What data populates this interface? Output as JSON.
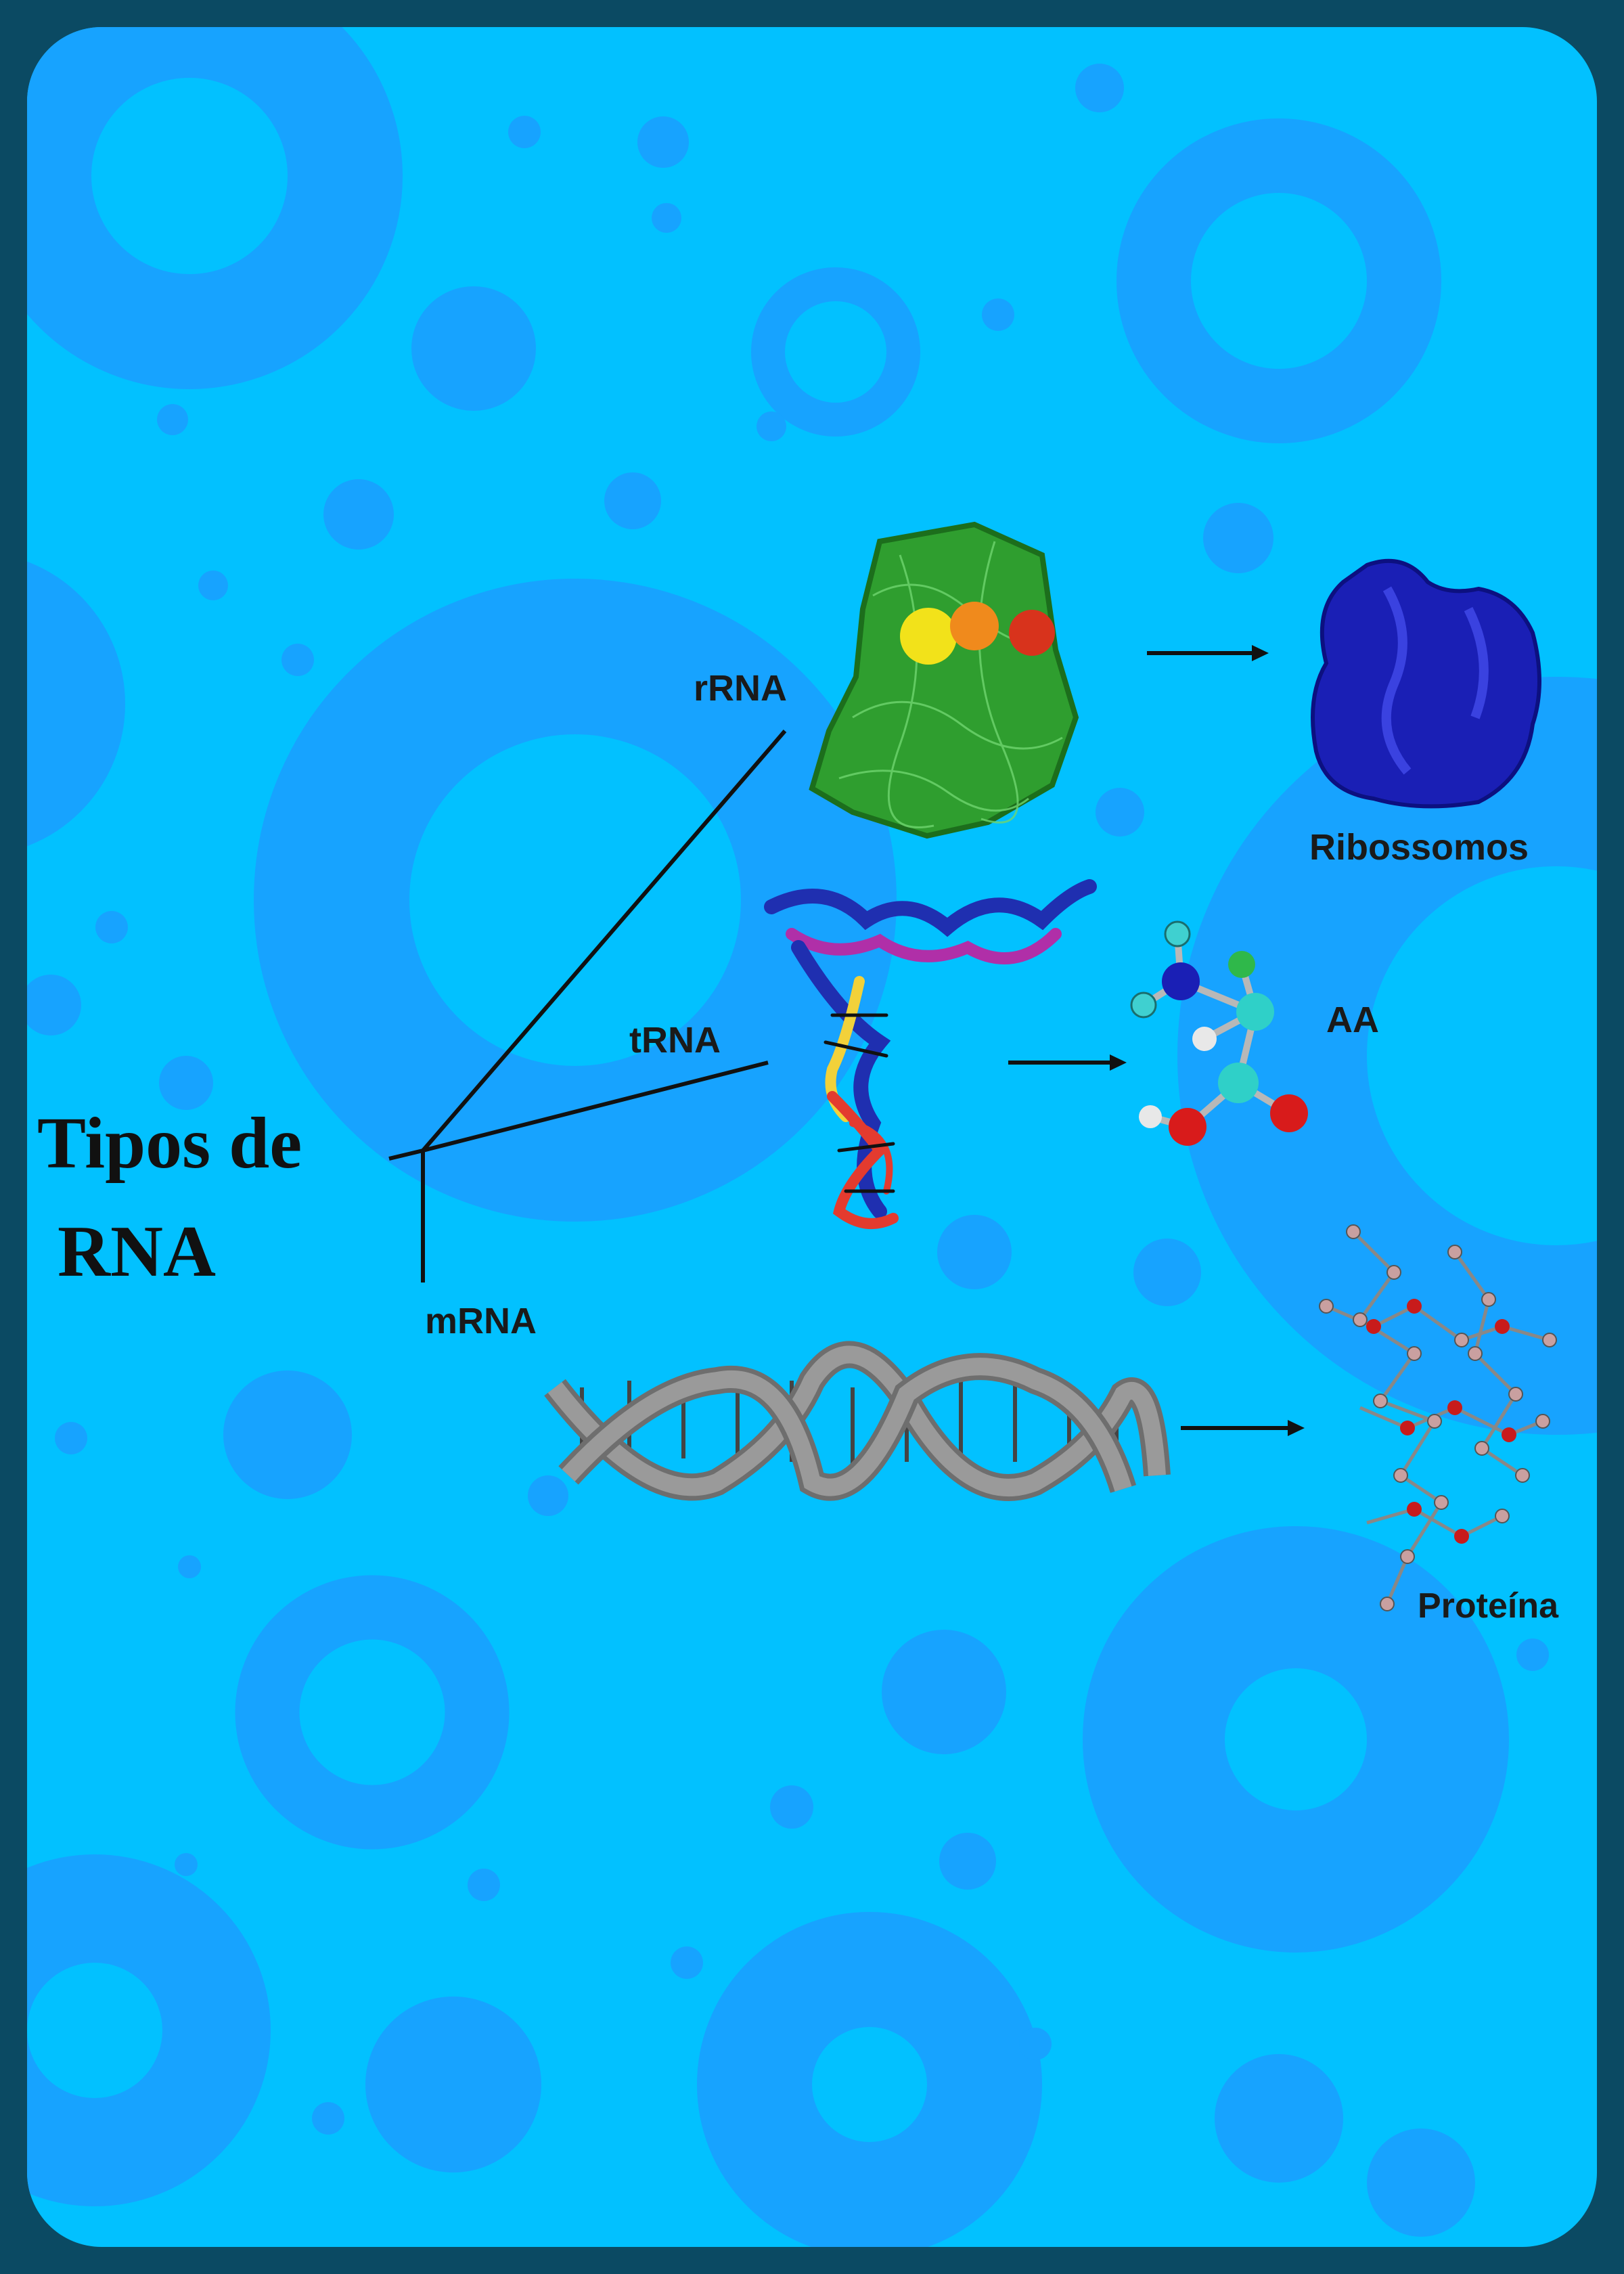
{
  "title": {
    "line1": "Tipos de",
    "line2": "RNA"
  },
  "branches": {
    "rrna": "rRNA",
    "trna": "tRNA",
    "mrna": "mRNA"
  },
  "products": {
    "ribossomos": "Ribossomos",
    "aa": "AA",
    "proteina": "Proteína"
  },
  "colors": {
    "frame": "#0b4a63",
    "background": "#02c1ff",
    "circles": "#17a3ff",
    "ribosome": "#1a1fb5",
    "rrna_structure": "#2f9e2f"
  }
}
